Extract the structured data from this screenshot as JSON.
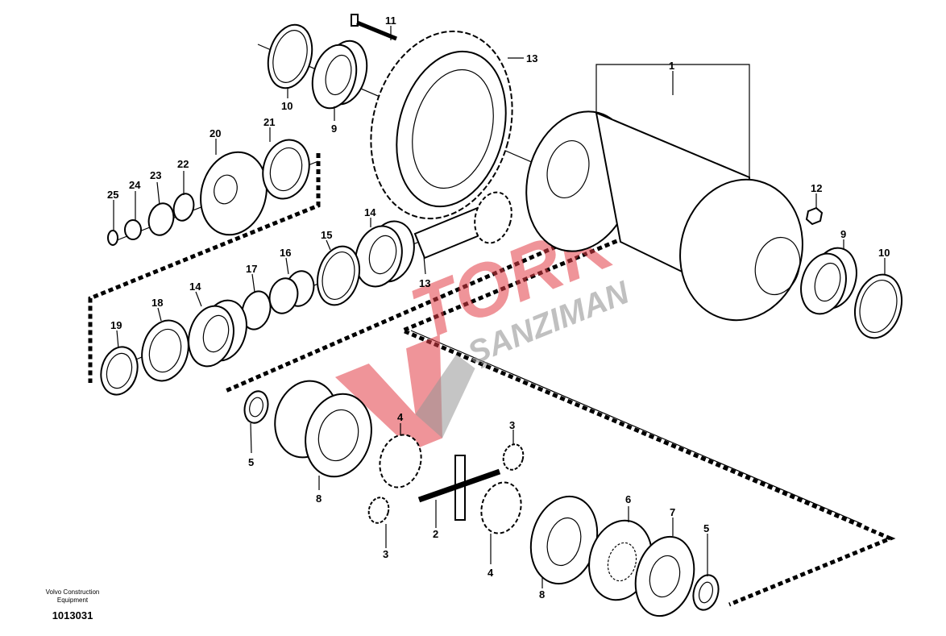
{
  "watermark": {
    "brand": "TORK",
    "subtitle": "ŞANZIMAN",
    "color": "#e13c46"
  },
  "footer": {
    "company_line1": "Volvo Construction",
    "company_line2": "Equipment",
    "drawing_number": "1013031"
  },
  "callouts": [
    "1",
    "2",
    "3",
    "3",
    "4",
    "4",
    "5",
    "5",
    "6",
    "7",
    "8",
    "8",
    "9",
    "9",
    "10",
    "10",
    "11",
    "12",
    "13",
    "13",
    "14",
    "14",
    "15",
    "16",
    "17",
    "18",
    "19",
    "20",
    "21",
    "22",
    "23",
    "24",
    "25"
  ]
}
